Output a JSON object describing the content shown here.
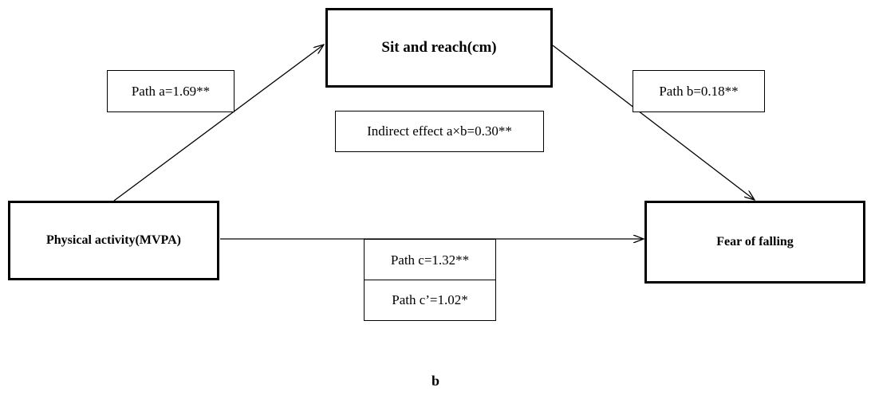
{
  "nodes": {
    "mediator": "Sit and reach(cm)",
    "predictor": "Physical activity(MVPA)",
    "outcome": "Fear of falling"
  },
  "paths": {
    "a": "Path a=1.69**",
    "b": "Path b=0.18**",
    "indirect": "Indirect effect a×b=0.30**",
    "c": "Path c=1.32**",
    "c_prime": "Path c’=1.02*"
  },
  "panel_label": "b"
}
